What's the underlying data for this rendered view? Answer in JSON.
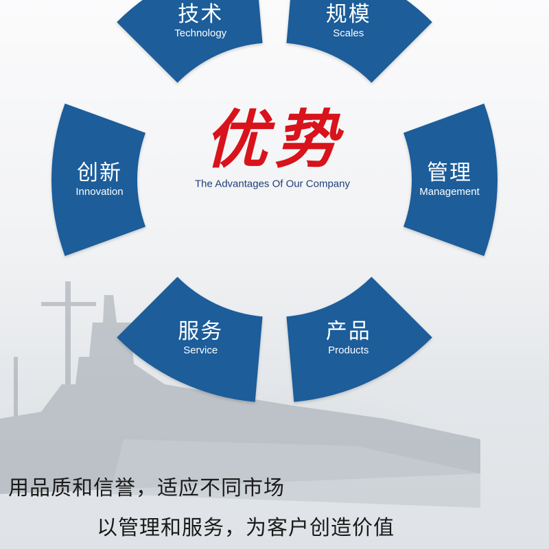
{
  "colors": {
    "segment_fill": "#1e5d9a",
    "title_red": "#d8131b",
    "subtitle_blue": "#1c3f78",
    "slogan_text": "#1a1a1a"
  },
  "center": {
    "title": "优势",
    "subtitle": "The Advantages Of Our Company"
  },
  "segments": [
    {
      "cn": "技术",
      "en": "Technology"
    },
    {
      "cn": "规模",
      "en": "Scales"
    },
    {
      "cn": "管理",
      "en": "Management"
    },
    {
      "cn": "产品",
      "en": "Products"
    },
    {
      "cn": "服务",
      "en": "Service"
    },
    {
      "cn": "创新",
      "en": "Innovation"
    }
  ],
  "slogan": {
    "line1": "用品质和信誉，适应不同市场",
    "line2": "以管理和服务，为客户创造价值"
  }
}
